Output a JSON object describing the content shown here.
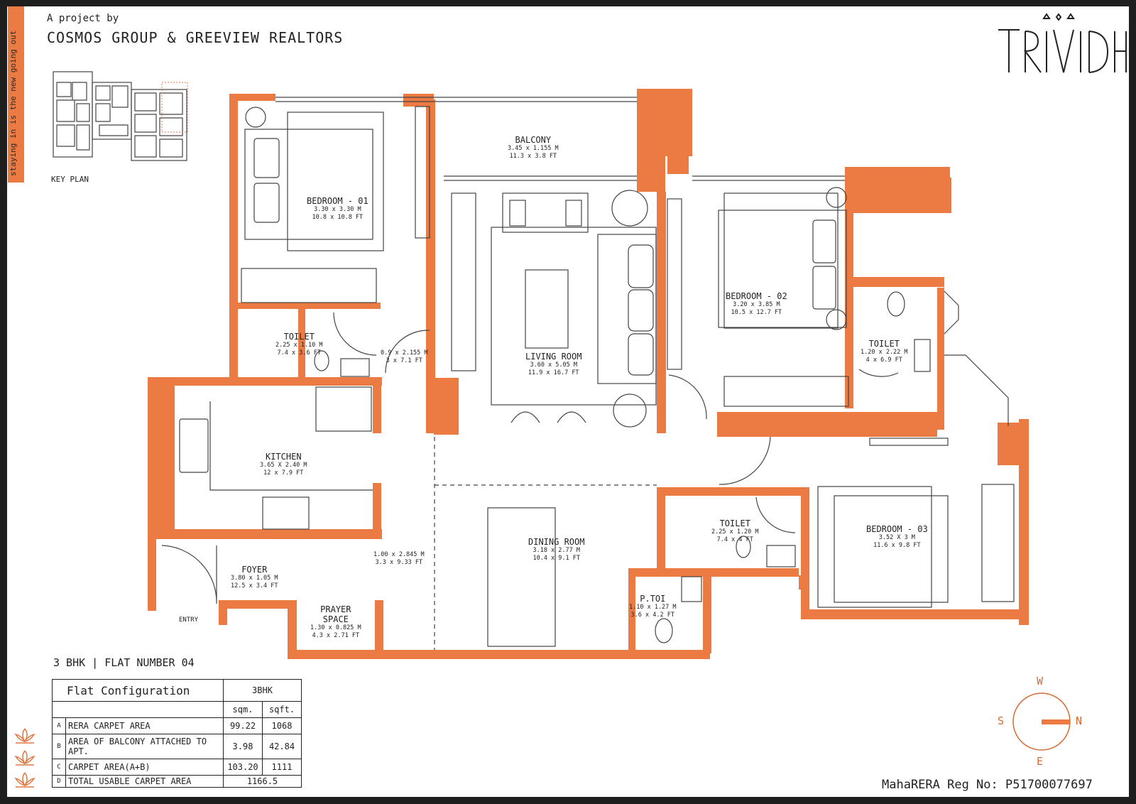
{
  "header": {
    "project_by": "A project by",
    "developer": "COSMOS GROUP & GREEVIEW REALTORS"
  },
  "side_tagline": "staying in is the new going out",
  "key_plan_label": "KEY PLAN",
  "brand": {
    "logo_text": "TRIVIDH"
  },
  "colors": {
    "accent": "#ec7a43",
    "wall": "#ec7a43",
    "ink": "#222222",
    "frame": "#1e1e1e"
  },
  "rooms": {
    "balcony": {
      "name": "BALCONY",
      "m": "3.45 x 1.155 M",
      "ft": "11.3 x 3.8 FT"
    },
    "bedroom1": {
      "name": "BEDROOM - 01",
      "m": "3.30 x 3.30 M",
      "ft": "10.8 x 10.8 FT"
    },
    "bedroom2": {
      "name": "BEDROOM - 02",
      "m": "3.20 x 3.85 M",
      "ft": "10.5 x 12.7 FT"
    },
    "bedroom3": {
      "name": "BEDROOM - 03",
      "m": "3.52 X 3 M",
      "ft": "11.6 x 9.8 FT"
    },
    "toilet1": {
      "name": "TOILET",
      "m": "2.25 x 1.10 M",
      "ft": "7.4 x 3.6 FT"
    },
    "toilet2": {
      "name": "TOILET",
      "m": "1.20 x 2.22 M",
      "ft": "4 x 6.9 FT"
    },
    "toilet3": {
      "name": "TOILET",
      "m": "2.25 x 1.20 M",
      "ft": "7.4 x 4 FT"
    },
    "passage": {
      "m": "0.9 x 2.155 M",
      "ft": "3 x 7.1 FT"
    },
    "living": {
      "name": "LIVING ROOM",
      "m": "3.60 x 5.05 M",
      "ft": "11.9 x 16.7 FT"
    },
    "kitchen": {
      "name": "KITCHEN",
      "m": "3.65 X 2.40 M",
      "ft": "12 x 7.9 FT"
    },
    "dining": {
      "name": "DINING ROOM",
      "m": "3.18 x 2.77 M",
      "ft": "10.4 x 9.1 FT"
    },
    "corridor": {
      "m": "1.00 x 2.845 M",
      "ft": "3.3 x 9.33 FT"
    },
    "foyer": {
      "name": "FOYER",
      "m": "3.80 x 1.05 M",
      "ft": "12.5 x 3.4 FT"
    },
    "prayer": {
      "name1": "PRAYER",
      "name2": "SPACE",
      "m": "1.30 x 0.825 M",
      "ft": "4.3 x 2.71 FT"
    },
    "ptoi": {
      "name": "P.TOI",
      "m": "1.10 x 1.27 M",
      "ft": "3.6 x 4.2 FT"
    },
    "entry": "ENTRY"
  },
  "flat_title": "3 BHK | FLAT NUMBER 04",
  "config_table": {
    "title": "Flat Configuration",
    "type": "3BHK",
    "unit_sqm": "sqm.",
    "unit_sqft": "sqft.",
    "rows": [
      {
        "letter": "A",
        "label": "RERA CARPET AREA",
        "sqm": "99.22",
        "sqft": "1068"
      },
      {
        "letter": "B",
        "label": "AREA OF BALCONY ATTACHED TO APT.",
        "sqm": "3.98",
        "sqft": "42.84"
      },
      {
        "letter": "C",
        "label": "CARPET AREA(A+B)",
        "sqm": "103.20",
        "sqft": "1111"
      },
      {
        "letter": "D",
        "label": "TOTAL USABLE CARPET AREA",
        "total": "1166.5"
      }
    ]
  },
  "compass": {
    "w": "W",
    "s": "S",
    "n": "N",
    "e": "E"
  },
  "rera": "MahaRERA Reg No: P51700077697"
}
